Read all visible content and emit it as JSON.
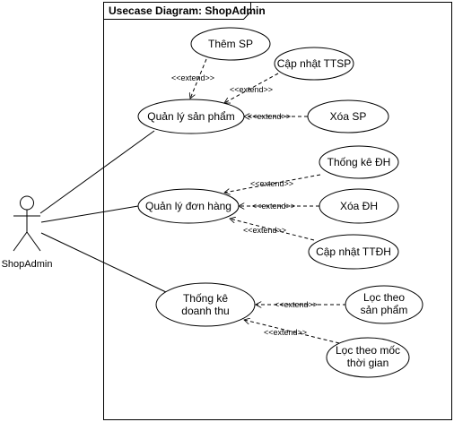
{
  "frame": {
    "title": "Usecase Diagram: ShopAdmin"
  },
  "actor": {
    "name": "ShopAdmin"
  },
  "extend_label": "<<extend>>",
  "usecases": {
    "them_sp": {
      "lines": [
        "Thêm SP"
      ]
    },
    "cap_nhat_ttsp": {
      "lines": [
        "Cập nhật TTSP"
      ]
    },
    "quan_ly_sp": {
      "lines": [
        "Quản lý sản phẩm"
      ]
    },
    "xoa_sp": {
      "lines": [
        "Xóa SP"
      ]
    },
    "thong_ke_dh": {
      "lines": [
        "Thống kê ĐH"
      ]
    },
    "quan_ly_dh": {
      "lines": [
        "Quản lý đơn hàng"
      ]
    },
    "xoa_dh": {
      "lines": [
        "Xóa ĐH"
      ]
    },
    "cap_nhat_ttdh": {
      "lines": [
        "Cập nhật TTĐH"
      ]
    },
    "thong_ke_dt": {
      "lines": [
        "Thống kê",
        "doanh thu"
      ]
    },
    "loc_theo_sp": {
      "lines": [
        "Lọc theo",
        "sản phẩm"
      ]
    },
    "loc_theo_moc": {
      "lines": [
        "Lọc theo mốc",
        "thời gian"
      ]
    }
  },
  "colors": {
    "stroke": "#000000",
    "fill": "#ffffff",
    "background": "#ffffff"
  }
}
